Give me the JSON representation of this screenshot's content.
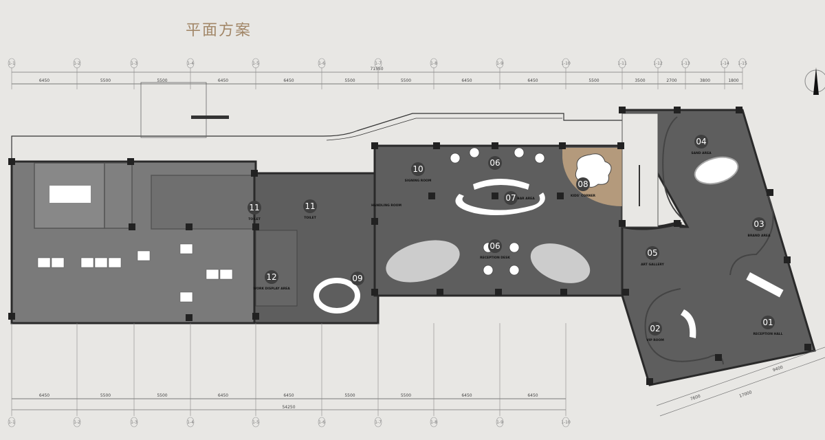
{
  "title": "平面方案",
  "top_axis": {
    "grid_labels": [
      "1-1",
      "1-2",
      "1-3",
      "1-4",
      "1-5",
      "1-6",
      "1-7",
      "1-8",
      "1-9",
      "1-10",
      "1-11",
      "1-12",
      "1-13",
      "1-14",
      "1-15"
    ],
    "dimensions": [
      "6450",
      "5500",
      "5500",
      "6450",
      "6450",
      "5500",
      "5500",
      "6450",
      "6450",
      "5500",
      "3500",
      "2700",
      "3800",
      "1800"
    ],
    "total": "71550"
  },
  "bottom_axis": {
    "grid_labels": [
      "1-1",
      "1-2",
      "1-3",
      "1-4",
      "1-5",
      "1-6",
      "1-7",
      "1-8",
      "1-9",
      "1-10"
    ],
    "dimensions": [
      "6450",
      "5500",
      "5500",
      "6450",
      "6450",
      "5500",
      "5500",
      "6450",
      "6450"
    ],
    "total": "54250"
  },
  "angled_axis": {
    "dimensions": [
      "7600",
      "9400"
    ],
    "total": "17000"
  },
  "rooms": [
    {
      "number": "01",
      "label": "RECEPTION HALL"
    },
    {
      "number": "02",
      "label": "VIP ROOM"
    },
    {
      "number": "03",
      "label": "BRAND AREA"
    },
    {
      "number": "04",
      "label": "SAND AREA"
    },
    {
      "number": "05",
      "label": "ART GALLERY"
    },
    {
      "number": "06",
      "label": ""
    },
    {
      "number": "06",
      "label": "RECEPTION DESK"
    },
    {
      "number": "07",
      "label": "BAR AREA"
    },
    {
      "number": "08",
      "label": "KIDS' CORNER"
    },
    {
      "number": "09",
      "label": ""
    },
    {
      "number": "10",
      "label": "SIGNING ROOM"
    },
    {
      "number": "11",
      "label": "TOILET"
    },
    {
      "number": "11",
      "label": "TOILET"
    },
    {
      "number": "12",
      "label": "WORK DISPLAY AREA"
    }
  ],
  "extra_labels": [
    "HANDLING ROOM"
  ],
  "colors": {
    "floor": "#5e5e5e",
    "office": "#7a7a7a",
    "wall": "#2a2a2a",
    "wood": "#b49a7c",
    "badge": "#3f3f3f",
    "title": "#a28768"
  }
}
